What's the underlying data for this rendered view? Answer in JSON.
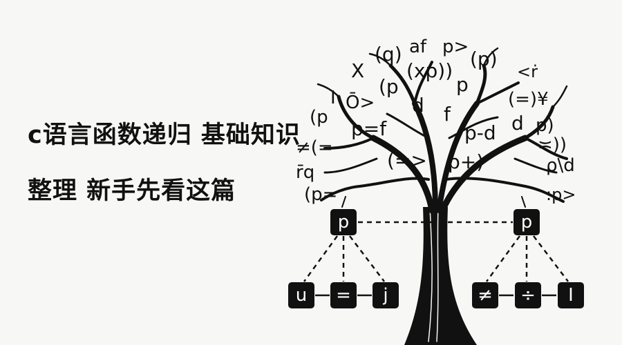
{
  "title": {
    "line1": "c语言函数递归 基础知识",
    "line2": "整理 新手先看这篇"
  },
  "illustration": {
    "subject": "tree",
    "symbols": [
      "(q)",
      "af",
      "p>",
      "(p)",
      "X",
      "(xp))",
      "(p",
      "p",
      "<ṙ",
      "I",
      "Ō>",
      "d",
      "(=)¥",
      "f",
      "(p",
      "p=f",
      "p-d",
      "d",
      "p)",
      "≠(=",
      "(=>",
      "p+)",
      "≍))",
      "r̄q",
      "ρ\\d",
      "(p=",
      ":p>"
    ],
    "nodes": {
      "left_parent": "p",
      "right_parent": "p",
      "left_children": [
        "u",
        "=",
        "j"
      ],
      "right_children": [
        "≠",
        "÷",
        "I"
      ]
    },
    "colors": {
      "ink": "#111111",
      "background": "#f7f7f5",
      "box_text": "#ffffff"
    }
  }
}
